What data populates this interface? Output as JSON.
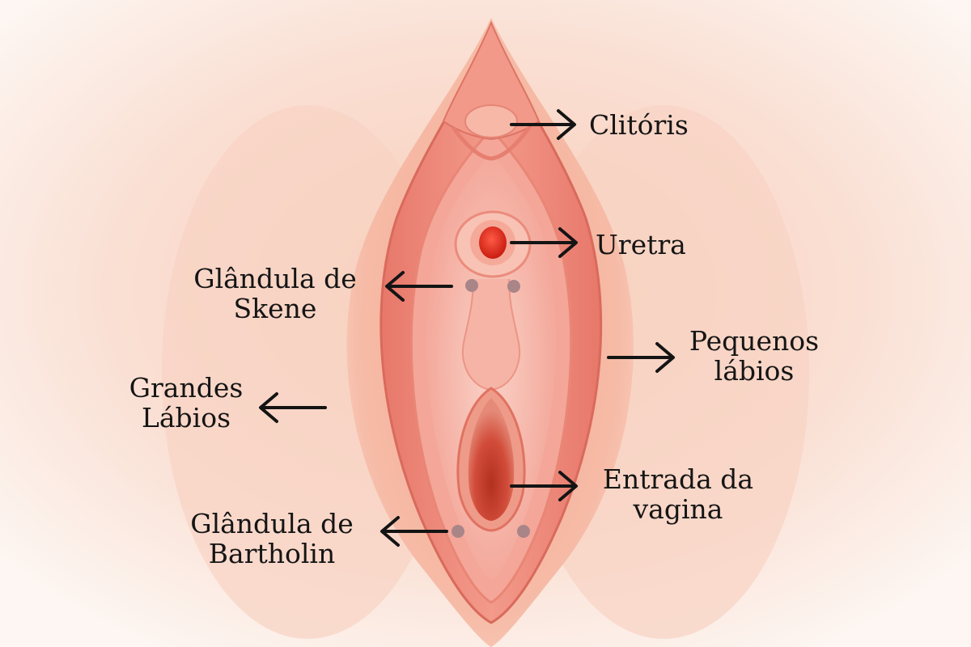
{
  "colors": {
    "background": "#fdf3ee",
    "skin": "#f6c3ad",
    "skin_shadow": "#ea9c86",
    "labia_minora": "#f08c80",
    "inner_tissue": "#f7b4a6",
    "urethra": "#e02a1c",
    "vaginal_opening": "#c6402f",
    "gland_marker": "#a98588",
    "arrow": "#141414",
    "text": "#151515"
  },
  "labels": {
    "clitoris": {
      "line1": "Clitóris"
    },
    "urethra": {
      "line1": "Uretra"
    },
    "skene": {
      "line1": "Glândula de",
      "line2": "Skene"
    },
    "labia_minora": {
      "line1": "Pequenos",
      "line2": "lábios"
    },
    "labia_majora": {
      "line1": "Grandes",
      "line2": "Lábios"
    },
    "vagina": {
      "line1": "Entrada da",
      "line2": "vagina"
    },
    "bartholin": {
      "line1": "Glândula de",
      "line2": "Bartholin"
    }
  }
}
